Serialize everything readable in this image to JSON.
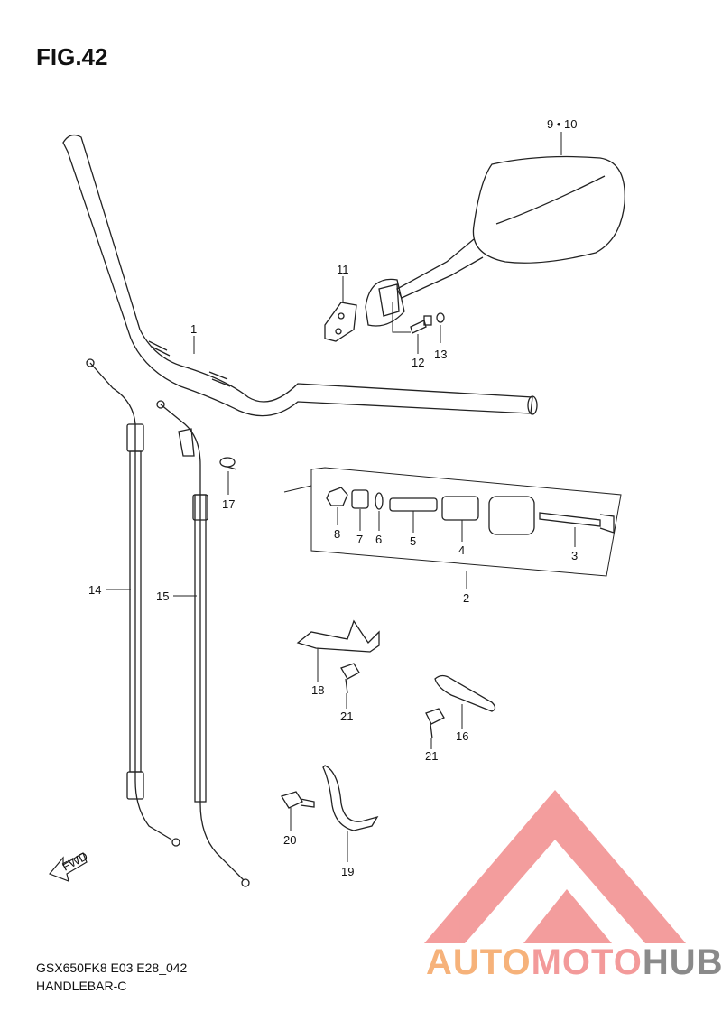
{
  "figure": {
    "title": "FIG.42"
  },
  "footer": {
    "model_code": "GSX650FK8 E03 E28_042",
    "section_name": "HANDLEBAR-C"
  },
  "callouts": {
    "p1": "1",
    "p2": "2",
    "p3": "3",
    "p4": "4",
    "p5": "5",
    "p6": "6",
    "p7": "7",
    "p8": "8",
    "p9_10": "9 • 10",
    "p11": "11",
    "p12": "12",
    "p13": "13",
    "p14": "14",
    "p15": "15",
    "p16": "16",
    "p17": "17",
    "p18": "18",
    "p19": "19",
    "p20": "20",
    "p21a": "21",
    "p21b": "21"
  },
  "fwd_arrow": {
    "label": "FWD"
  },
  "watermark": {
    "part1": "AUTO",
    "part2": "MOTO",
    "part3": "HUB",
    "color1": "#f6b27a",
    "color2": "#f39a9a",
    "color3": "#8a8a8a",
    "triangle_color": "#f28c8c"
  }
}
